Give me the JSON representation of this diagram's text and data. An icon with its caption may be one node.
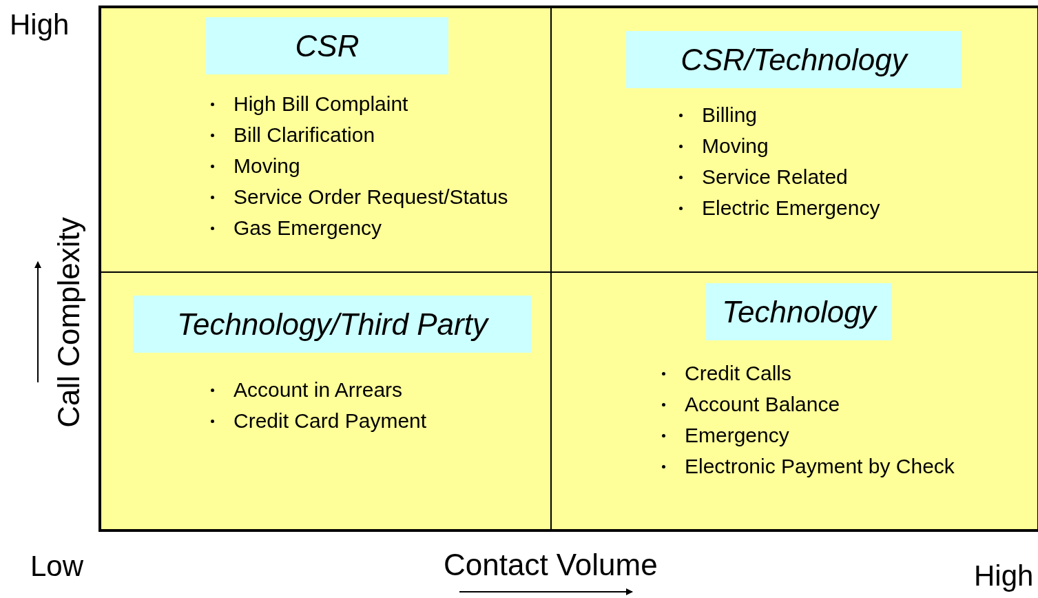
{
  "diagram": {
    "nodes": [
      {
        "text": [
          "High Bill Complaint",
          "Bill Clarification",
          "Moving",
          "Service Order Request/Status",
          "Gas Emergency"
        ]
      },
      {
        "text": [
          "CSR"
        ],
        "in": 0
      },
      {
        "text": [
          "Billing",
          "Moving",
          "Service Related",
          "Electric Emergency"
        ]
      },
      {
        "text": [
          "CSR/Technology"
        ],
        "in": 2
      },
      {
        "text": [
          "Account in Arrears",
          "Credit Card Payment"
        ]
      },
      {
        "text": [
          "Technology/Third Party"
        ],
        "in": 4
      },
      {
        "text": [
          "Credit Calls",
          "Account Balance",
          "Emergency",
          "Electronic Payment by Check"
        ]
      },
      {
        "text": [
          "Technology"
        ],
        "in": 6
      }
    ],
    "labels": [
      "High",
      "Call Complexity",
      "Low",
      "Contact Volume",
      "High"
    ]
  }
}
